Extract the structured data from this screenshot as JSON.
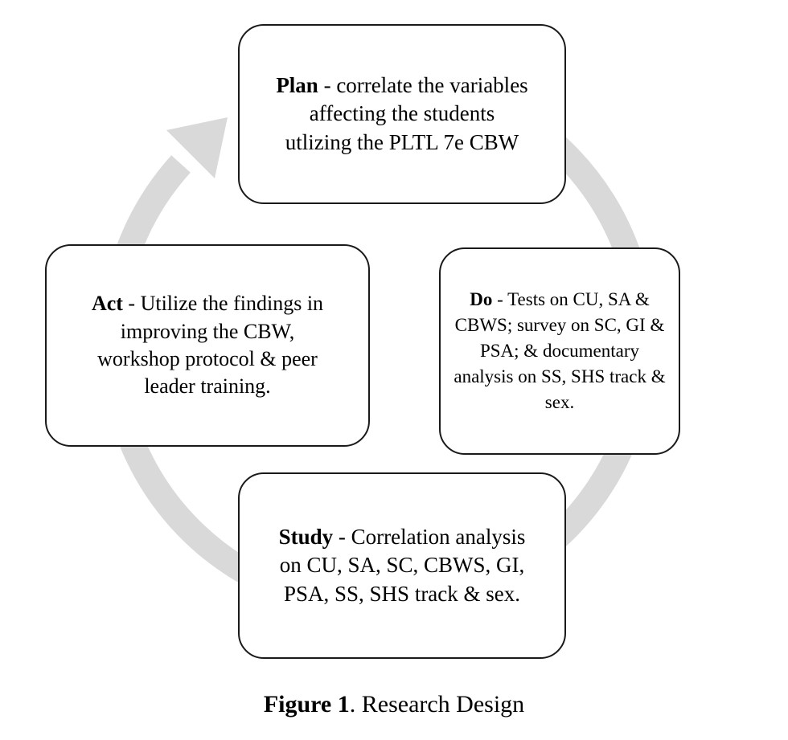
{
  "figure": {
    "nodes": [
      {
        "id": "plan",
        "title": "Plan",
        "text": " - correlate the variables\naffecting the students\nutlizing the PLTL 7e CBW"
      },
      {
        "id": "do",
        "title": "Do",
        "text": " - Tests on CU, SA &\nCBWS; survey on SC, GI &\nPSA; & documentary\nanalysis on SS, SHS track &\nsex."
      },
      {
        "id": "study",
        "title": "Study",
        "text": " - Correlation analysis\non CU, SA, SC, CBWS, GI,\nPSA, SS, SHS track & sex."
      },
      {
        "id": "act",
        "title": "Act",
        "text": " - Utilize the findings in\nimproving the CBW,\nworkshop protocol & peer\nleader training."
      }
    ],
    "caption": {
      "label": "Figure 1",
      "text": ". Research Design"
    },
    "colors": {
      "ring": "#d9d9d9",
      "border": "#1a1a1a",
      "text": "#000000"
    }
  }
}
